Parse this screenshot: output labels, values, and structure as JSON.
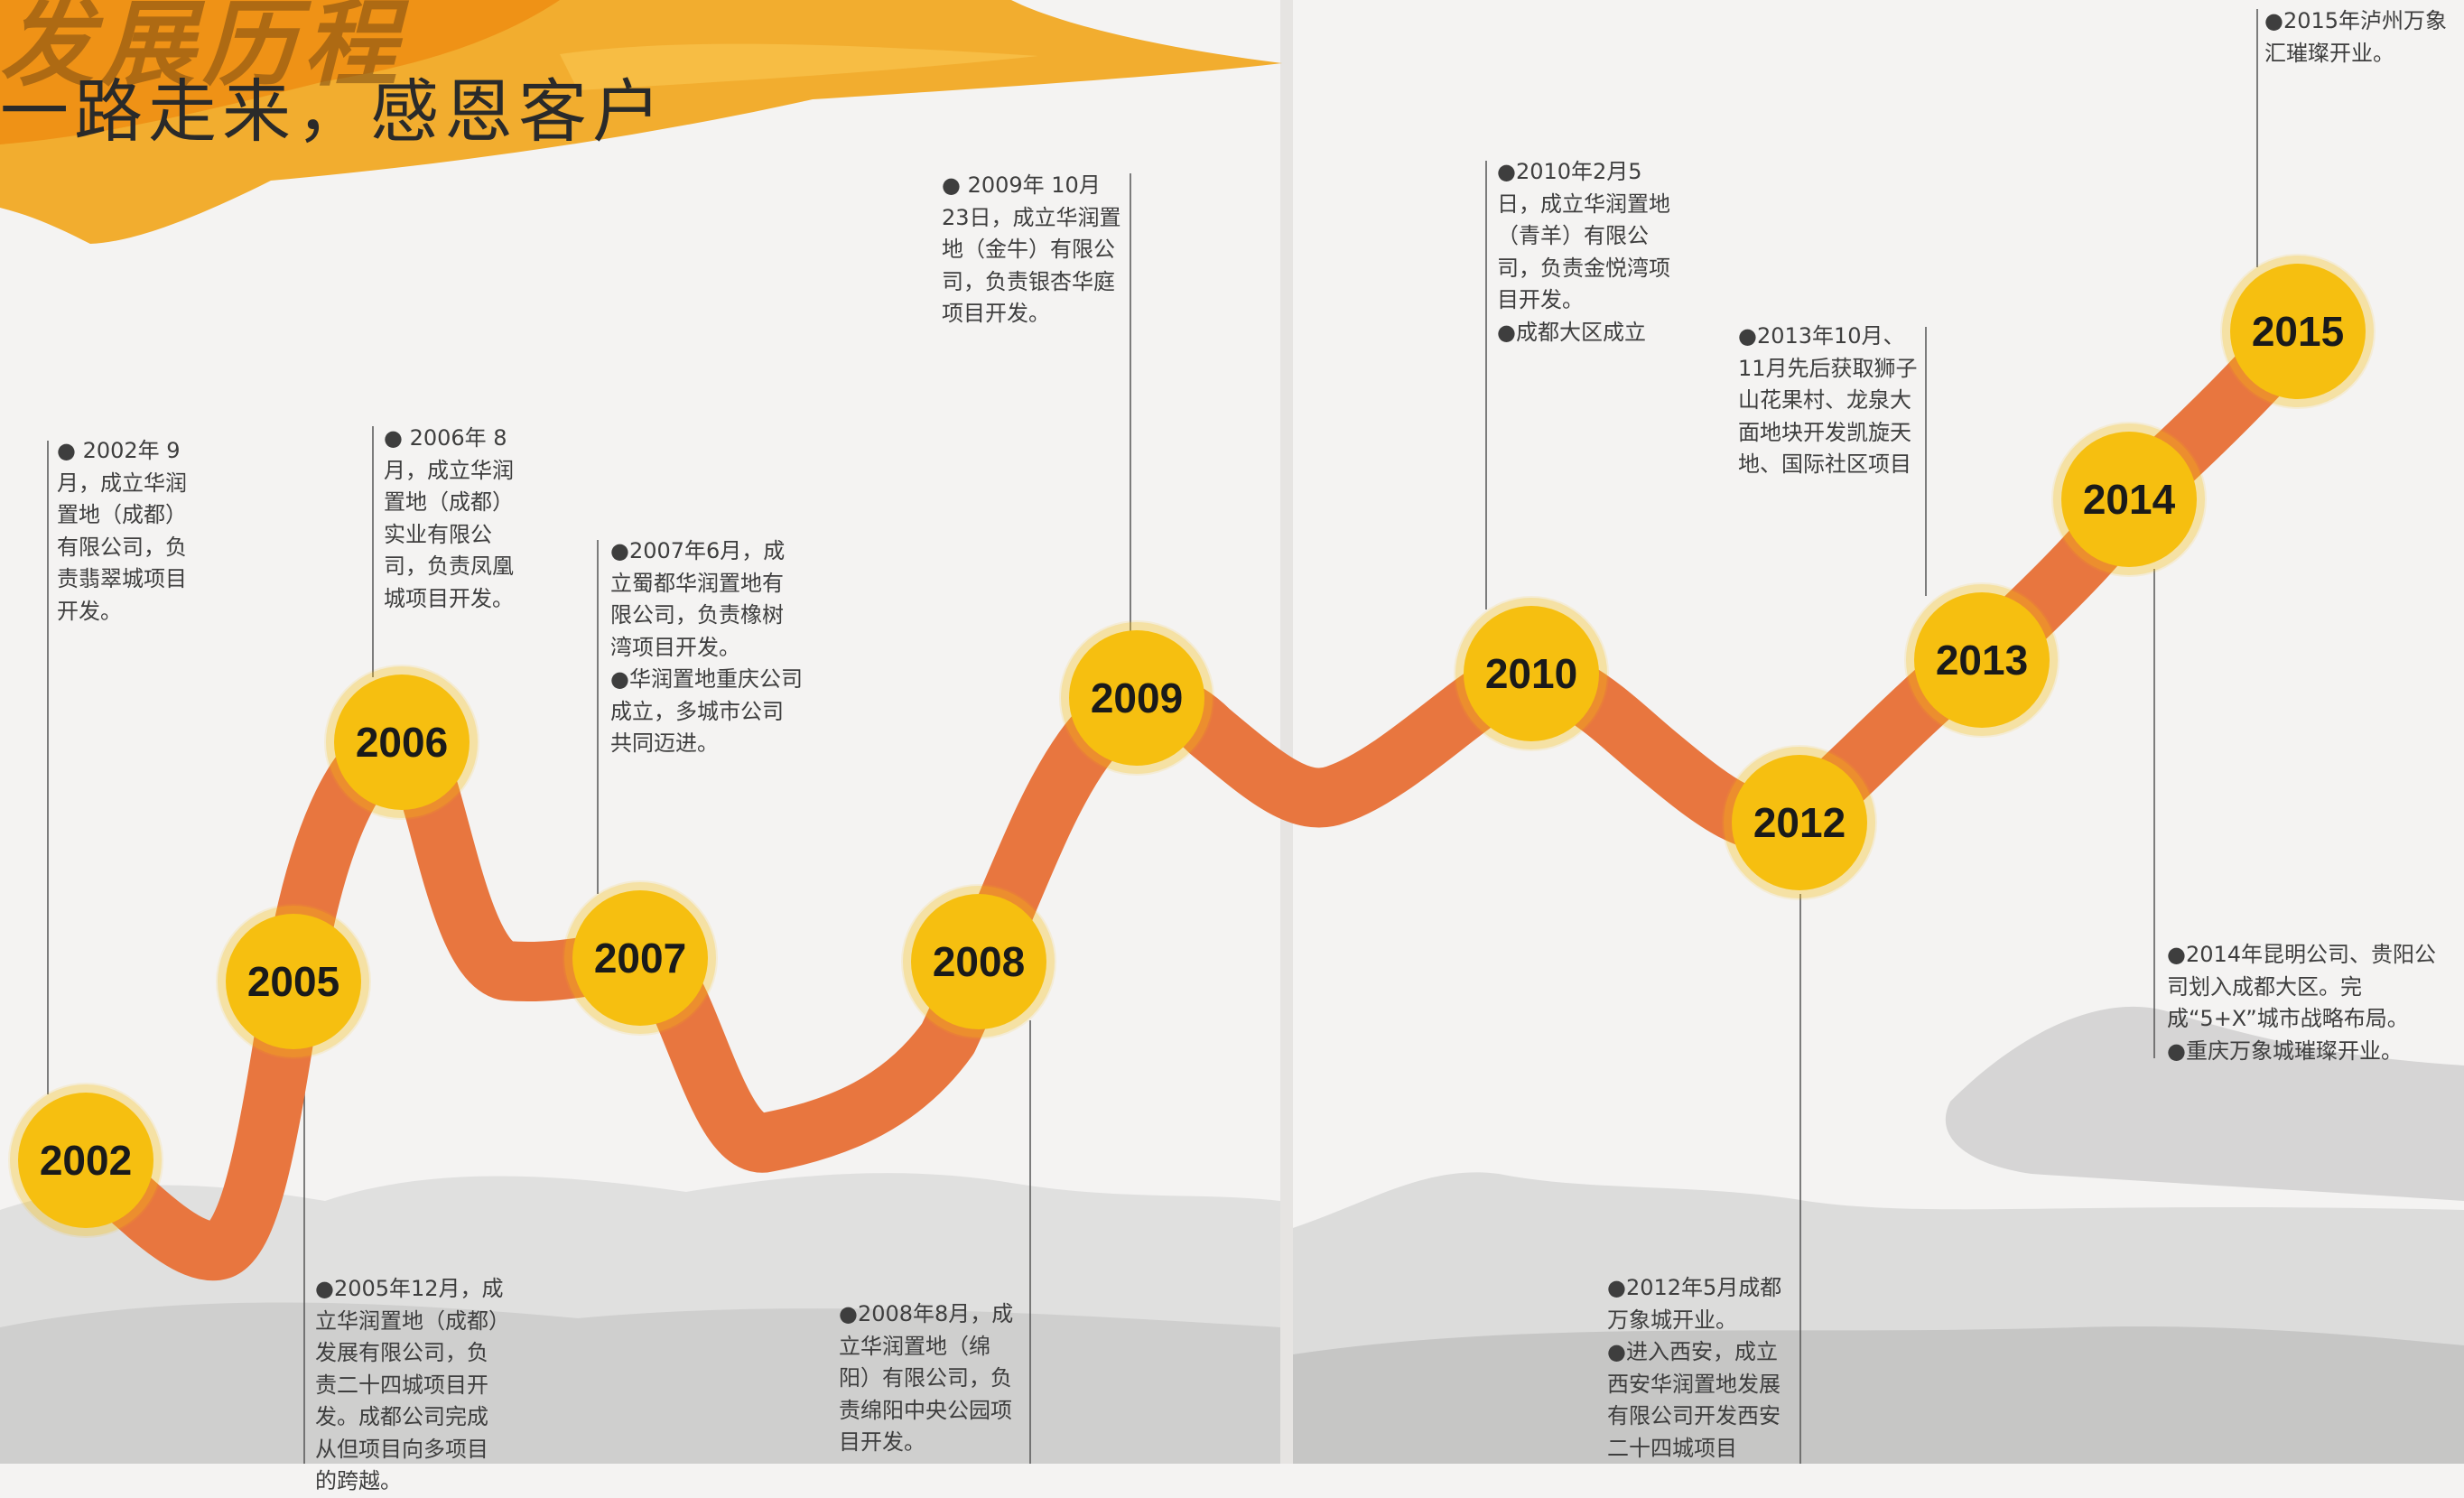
{
  "header": {
    "title": "发展历程",
    "subtitle": "一路走来，感恩客户"
  },
  "colors": {
    "path": "#e8763f",
    "node": "#f6bf10",
    "line": "#555555",
    "brush": "#f0a21a"
  },
  "milestones": [
    {
      "year": "2002",
      "notes": [
        "● 2002年 9月，成立华润置地（成都）有限公司，负责翡翠城项目开发。"
      ]
    },
    {
      "year": "2005",
      "notes": [
        "●2005年12月，成立华润置地（成都）发展有限公司，负责二十四城项目开发。成都公司完成从但项目向多项目的跨越。"
      ]
    },
    {
      "year": "2006",
      "notes": [
        "● 2006年 8月，成立华润置地（成都）实业有限公司，负责凤凰城项目开发。"
      ]
    },
    {
      "year": "2007",
      "notes": [
        "●2007年6月，成立蜀都华润置地有限公司，负责橡树湾项目开发。",
        "●华润置地重庆公司成立，多城市公司共同迈进。"
      ]
    },
    {
      "year": "2008",
      "notes": [
        "●2008年8月，成立华润置地（绵阳）有限公司，负责绵阳中央公园项目开发。"
      ]
    },
    {
      "year": "2009",
      "notes": [
        "● 2009年 10月23日，成立华润置地（金牛）有限公司，负责银杏华庭项目开发。"
      ]
    },
    {
      "year": "2010",
      "notes": [
        "●2010年2月5日，成立华润置地（青羊）有限公司，负责金悦湾项目开发。",
        "●成都大区成立"
      ]
    },
    {
      "year": "2012",
      "notes": [
        "●2012年5月成都万象城开业。",
        "●进入西安，成立西安华润置地发展有限公司开发西安二十四城项目"
      ]
    },
    {
      "year": "2013",
      "notes": [
        "●2013年10月、11月先后获取狮子山花果村、龙泉大面地块开发凯旋天地、国际社区项目"
      ]
    },
    {
      "year": "2014",
      "notes": [
        "●2014年昆明公司、贵阳公司划入成都大区。完成“5+X”城市战略布局。",
        "●重庆万象城璀璨开业。"
      ]
    },
    {
      "year": "2015",
      "notes": [
        "●2015年泸州万象汇璀璨开业。"
      ]
    }
  ]
}
